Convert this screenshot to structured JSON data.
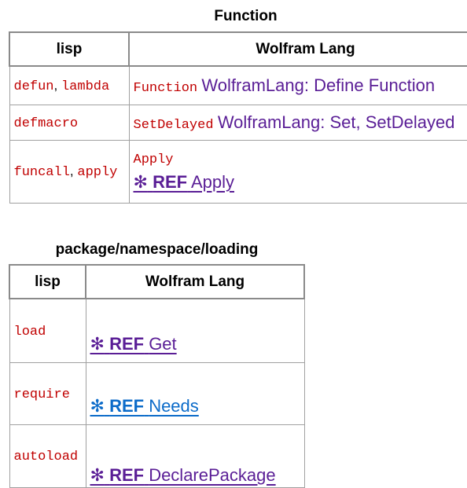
{
  "table1": {
    "caption": "Function",
    "headers": [
      "lisp",
      "Wolfram Lang"
    ],
    "rows": [
      {
        "lisp": [
          "defun",
          "lambda"
        ],
        "wl_code": "Function",
        "wl_link": "WolframLang: Define Function"
      },
      {
        "lisp": [
          "defmacro"
        ],
        "wl_code": "SetDelayed",
        "wl_link": "WolframLang: Set, SetDelayed"
      },
      {
        "lisp": [
          "funcall",
          "apply"
        ],
        "wl_code": "Apply",
        "ref_star": "✻",
        "ref_word": "REF",
        "ref_target": "Apply"
      }
    ]
  },
  "table2": {
    "caption": "package/namespace/loading",
    "headers": [
      "lisp",
      "Wolfram Lang"
    ],
    "rows": [
      {
        "lisp": "load",
        "ref_star": "✻",
        "ref_word": "REF",
        "ref_target": "Get"
      },
      {
        "lisp": "require",
        "ref_star": "✻",
        "ref_word": "REF",
        "ref_target": "Needs"
      },
      {
        "lisp": "autoload",
        "ref_star": "✻",
        "ref_word": "REF",
        "ref_target": "DeclarePackage"
      }
    ]
  },
  "separator": ", "
}
